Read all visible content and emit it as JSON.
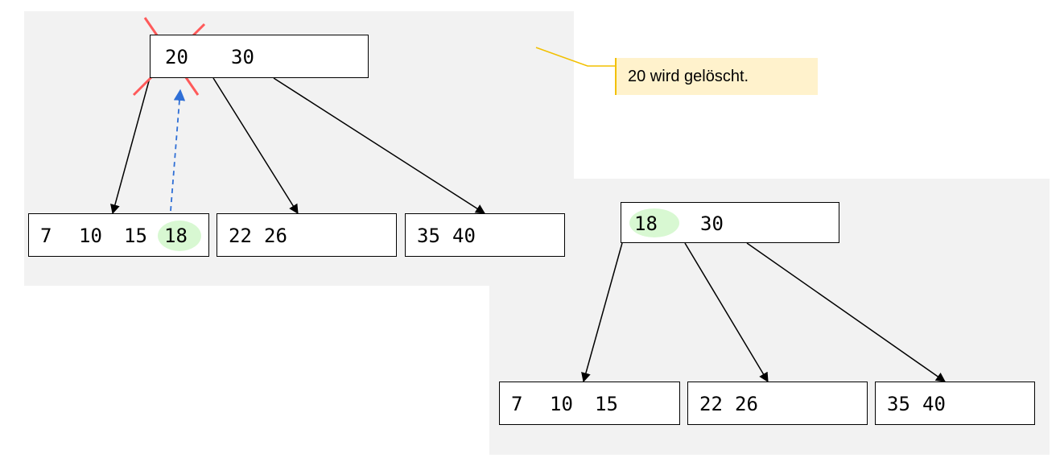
{
  "annotation": {
    "text": "20 wird gelöscht."
  },
  "before": {
    "root": {
      "keys": [
        "20",
        "30"
      ],
      "deleted_key": "20"
    },
    "leaves": [
      {
        "keys": [
          "7",
          "10",
          "15",
          "18"
        ],
        "highlighted_key": "18"
      },
      {
        "keys": [
          "22",
          "26"
        ]
      },
      {
        "keys": [
          "35",
          "40"
        ]
      }
    ]
  },
  "after": {
    "root": {
      "keys": [
        "18",
        "30"
      ],
      "highlighted_key": "18"
    },
    "leaves": [
      {
        "keys": [
          "7",
          "10",
          "15"
        ]
      },
      {
        "keys": [
          "22",
          "26"
        ]
      },
      {
        "keys": [
          "35",
          "40"
        ]
      }
    ]
  },
  "colors": {
    "panel_bg": "#f2f2f2",
    "highlight": "#d8f8d2",
    "delete_cross": "#ff5a5a",
    "move_arrow": "#2f6fd6",
    "callout_bg": "#fff2cc",
    "callout_line": "#f2c000"
  }
}
